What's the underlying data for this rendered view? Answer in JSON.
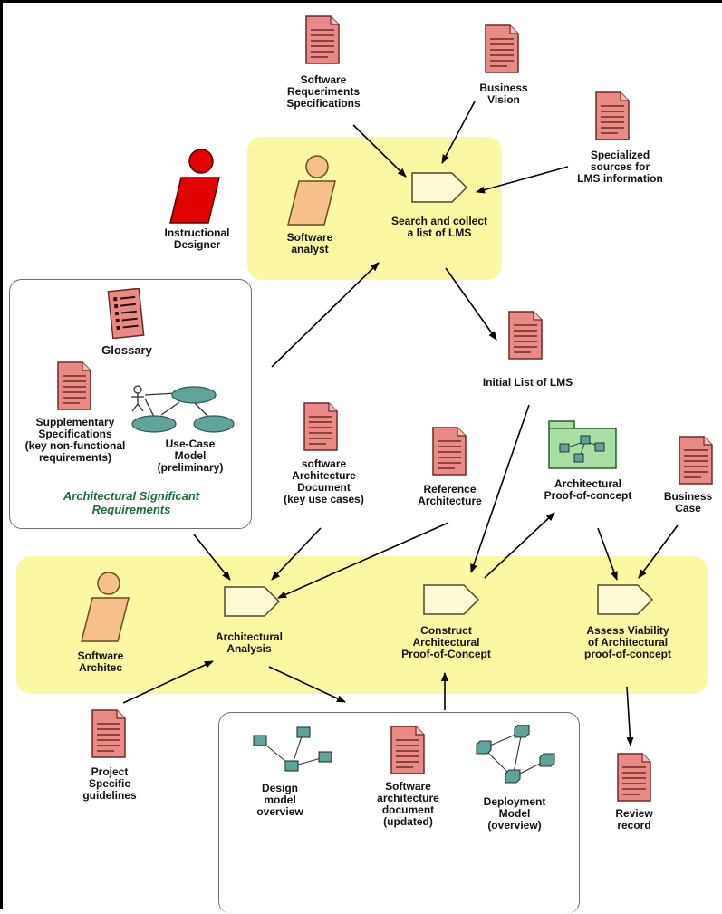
{
  "labels": {
    "swreq": "Software\nRequeriments\nSpecifications",
    "bizvision": "Business\nVision",
    "specialized": "Specialized\nsources for\nLMS information",
    "instr_designer": "Instructional\nDesigner",
    "sw_analyst": "Software\nanalyst",
    "search_collect": "Search and collect\na list of LMS",
    "glossary": "Glossary",
    "supp_spec": "Supplementary\nSpecifications\n(key non-functional\nrequirements)",
    "usecase": "Use-Case\nModel\n(preliminary)",
    "asr": "Architectural  Significant\nRequirements",
    "initial_list": "Initial List of LMS",
    "sad_key": "software\nArchitecture\nDocument\n(key use cases)",
    "ref_arch": "Reference\nArchitecture",
    "arch_poc": "Architectural\nProof-of-concept",
    "business_case": "Business\nCase",
    "sw_architect": "Software\nArchitec",
    "arch_analysis": "Architectural\nAnalysis",
    "construct_poc": "Construct\nArchitectural\nProof-of-Concept",
    "assess": "Assess Viability\nof Architectural\nproof-of-concept",
    "proj_guidelines": "Project\nSpecific\nguidelines",
    "design_model": "Design\nmodel\noverview",
    "sad_updated": "Software\narchitecture\ndocument\n(updated)",
    "deploy_model": "Deployment\nModel\n(overview)",
    "review_record": "Review\nrecord"
  },
  "colors": {
    "highlight_zone": "#fbf8a3",
    "artifact_doc": "#e98a86",
    "role_worker": "#f7c08a",
    "instr_designer": "#e00000",
    "activity": "#fdfbd2",
    "model_node": "#5fa39a",
    "package": "#a9dfa7",
    "asr_text": "#1c6e3a"
  },
  "icons": {
    "document": "document-icon",
    "worker": "role-worker-icon",
    "activity": "activity-pentagon-icon",
    "model": "model-diagram-icon",
    "package": "package-folder-icon",
    "usecase": "usecase-diagram-icon"
  }
}
